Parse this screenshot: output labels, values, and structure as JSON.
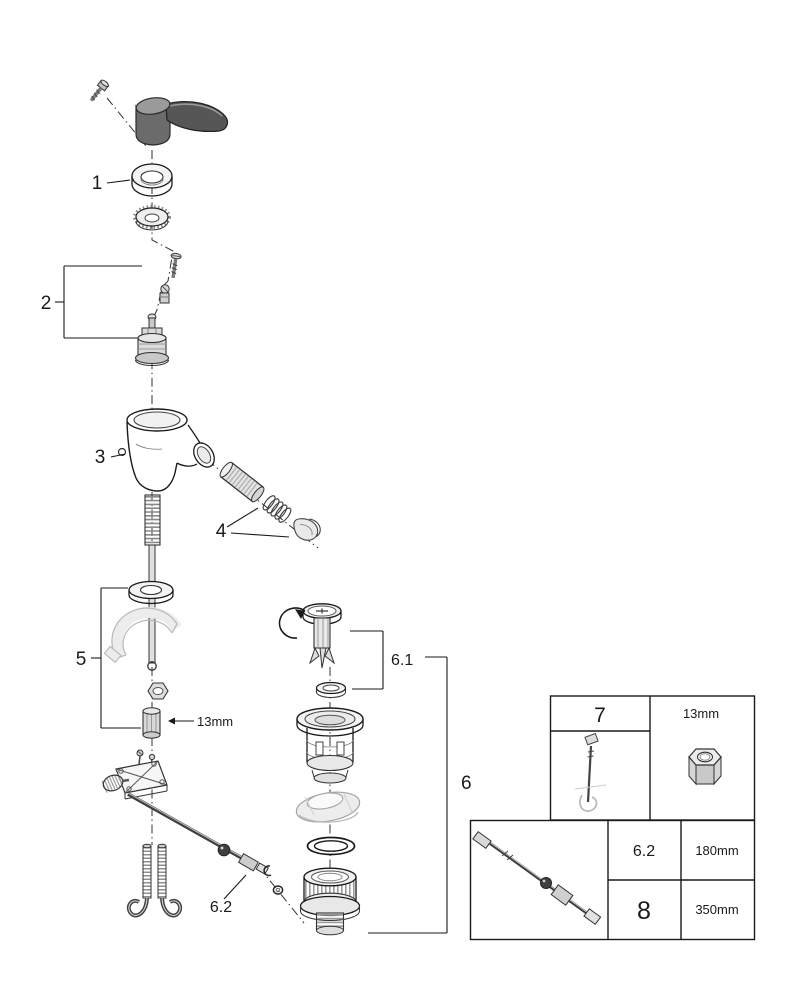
{
  "diagram": {
    "palette": {
      "ink": "#1a1a1a",
      "ghost": "#a8a8a8",
      "metal_dark": "#555555",
      "background": "#ffffff"
    },
    "callouts": {
      "one": "1",
      "two": "2",
      "three": "3",
      "four": "4",
      "five": "5",
      "six": "6",
      "six_one": "6.1",
      "six_two": "6.2",
      "thirteen_mm": "13mm"
    },
    "info_boxes": {
      "tool": {
        "part": "7",
        "size": "13mm"
      },
      "rods": {
        "rows": [
          {
            "ref": "6.2",
            "length": "180mm"
          },
          {
            "ref": "8",
            "length": "350mm"
          }
        ]
      }
    }
  }
}
